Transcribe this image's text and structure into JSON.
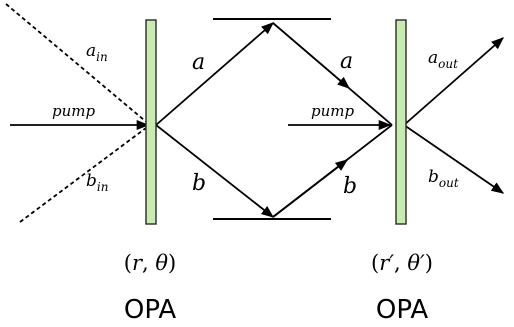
{
  "colors": {
    "opa_fill": "#c8ecb0",
    "opa_stroke": "#2a2a2a",
    "line": "#000000"
  },
  "left_opa": {
    "name": "OPA",
    "params_open": "(",
    "params_r": "r",
    "params_comma": ", ",
    "params_theta": "θ",
    "params_close": ")",
    "a_in_base": "a",
    "a_in_sub": "in",
    "b_in_base": "b",
    "b_in_sub": "in",
    "pump": "pump",
    "a_label": "a",
    "b_label": "b"
  },
  "right_opa": {
    "name": "OPA",
    "params_open": "(",
    "params_r": "r′",
    "params_comma": ", ",
    "params_theta": "θ′",
    "params_close": ")",
    "a_out_base": "a",
    "a_out_sub": "out",
    "b_out_base": "b",
    "b_out_sub": "out",
    "pump": "pump",
    "a_label": "a",
    "b_label": "b"
  }
}
